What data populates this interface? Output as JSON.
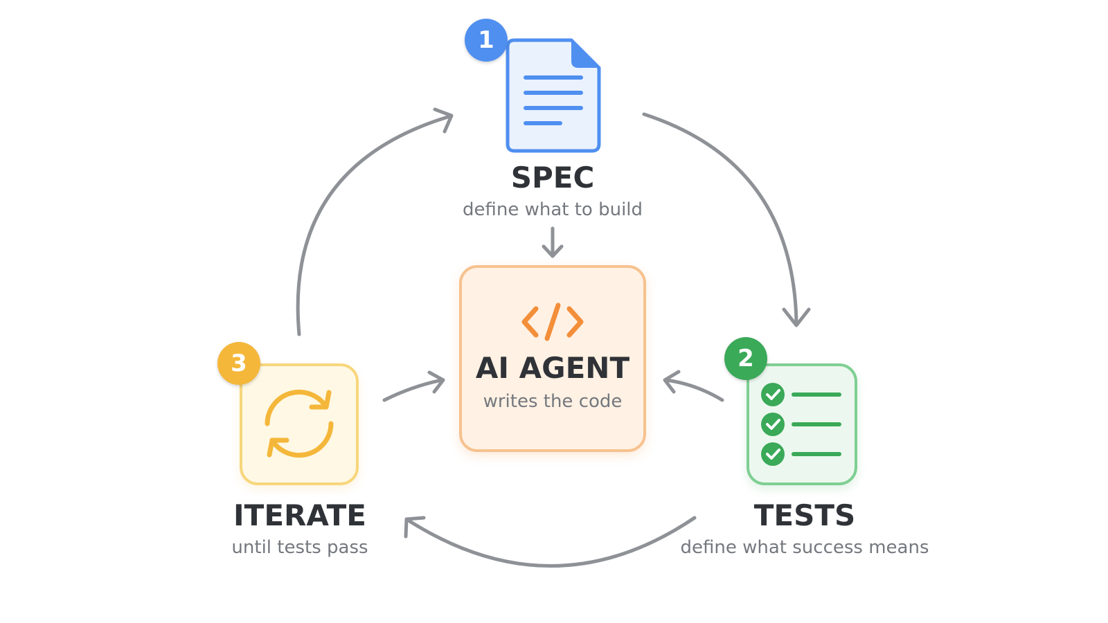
{
  "colors": {
    "spec": "#4f8ff0",
    "tests": "#3aa958",
    "iterate": "#f4b73a",
    "agent": "#f38e3a",
    "arrow": "#8e9196",
    "title_text": "#2f3237",
    "sub_text": "#74787e"
  },
  "spec": {
    "badge": "1",
    "title": "SPEC",
    "subtitle": "define what to build",
    "icon": "document-icon"
  },
  "tests": {
    "badge": "2",
    "title": "TESTS",
    "subtitle": "define what success means",
    "icon": "checklist-icon"
  },
  "iterate": {
    "badge": "3",
    "title": "ITERATE",
    "subtitle": "until tests pass",
    "icon": "refresh-icon"
  },
  "agent": {
    "title": "AI AGENT",
    "subtitle": "writes the code",
    "icon": "code-brackets-icon"
  }
}
